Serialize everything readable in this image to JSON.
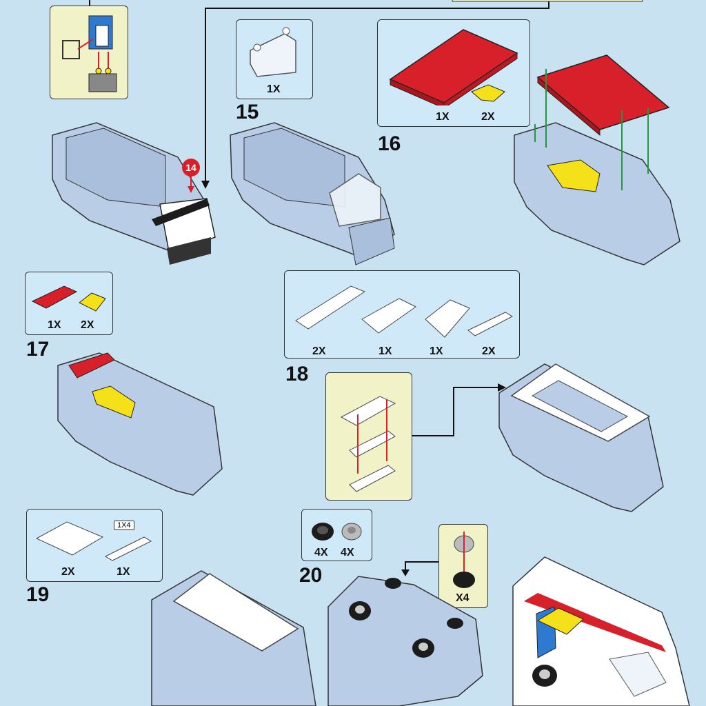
{
  "step_numbers": [
    "15",
    "16",
    "17",
    "18",
    "19",
    "20"
  ],
  "marker": "14",
  "step15": {
    "qty": "1X"
  },
  "step16": {
    "qty_plate": "1X",
    "qty_corner": "2X"
  },
  "step17": {
    "qty_red": "1X",
    "qty_yellow": "2X"
  },
  "step18": {
    "qty_1": "2X",
    "qty_2": "1X",
    "qty_3": "1X",
    "qty_4": "2X"
  },
  "step19": {
    "qty_tile": "2X",
    "qty_bar": "1X",
    "tag": "1X4"
  },
  "step20": {
    "qty_tire": "4X",
    "qty_rim": "4X",
    "qty_wheel": "X4"
  },
  "colors": {
    "body": "#b9cde6",
    "red": "#d8202a",
    "yellow": "#f5e11a",
    "white": "#ffffff",
    "black": "#1c1c1c",
    "green_arrow": "#1e9a3a"
  }
}
